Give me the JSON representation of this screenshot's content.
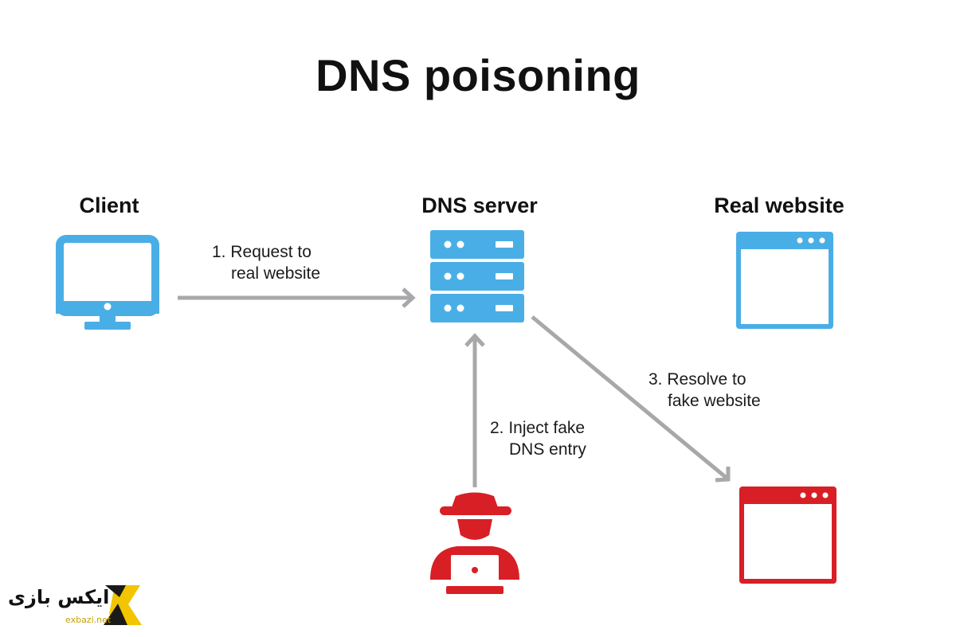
{
  "title": "DNS poisoning",
  "nodes": {
    "client": {
      "label": "Client",
      "icon": "desktop-monitor-icon"
    },
    "dns_server": {
      "label": "DNS server",
      "icon": "server-rack-icon"
    },
    "real_website": {
      "label": "Real website",
      "icon": "browser-window-icon"
    },
    "attacker": {
      "icon": "hacker-icon"
    },
    "fake_website": {
      "icon": "browser-window-icon"
    }
  },
  "steps": [
    {
      "line1": "1. Request to",
      "line2": "real website"
    },
    {
      "line1": "2. Inject fake",
      "line2": "DNS entry"
    },
    {
      "line1": "3. Resolve to",
      "line2": "fake website"
    }
  ],
  "colors": {
    "blue": "#4aaee6",
    "red": "#d81f26",
    "arrow": "#a8a8aa",
    "watermark_yellow": "#f2c500"
  },
  "watermark": {
    "text": "ایکس بازی",
    "domain": "exbazi.net",
    "logo_letter": "X"
  }
}
